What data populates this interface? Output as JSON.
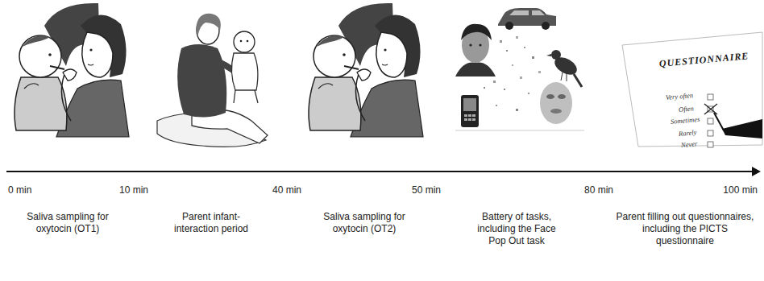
{
  "diagram": {
    "labels": [
      "QUESTIONNAIRE",
      "Very often",
      "Often",
      "Sometimes",
      "Rarely",
      "Never",
      "0 min",
      "10 min",
      "40 min",
      "50 min",
      "80 min",
      "100 min",
      "Saliva sampling for oxytocin (OT1)",
      "Parent infant-interaction period",
      "Saliva sampling for oxytocin (OT2)",
      "Battery of tasks, including the Face Pop Out task",
      "Parent filling out questionnaires, including the PICTS questionnaire"
    ]
  }
}
